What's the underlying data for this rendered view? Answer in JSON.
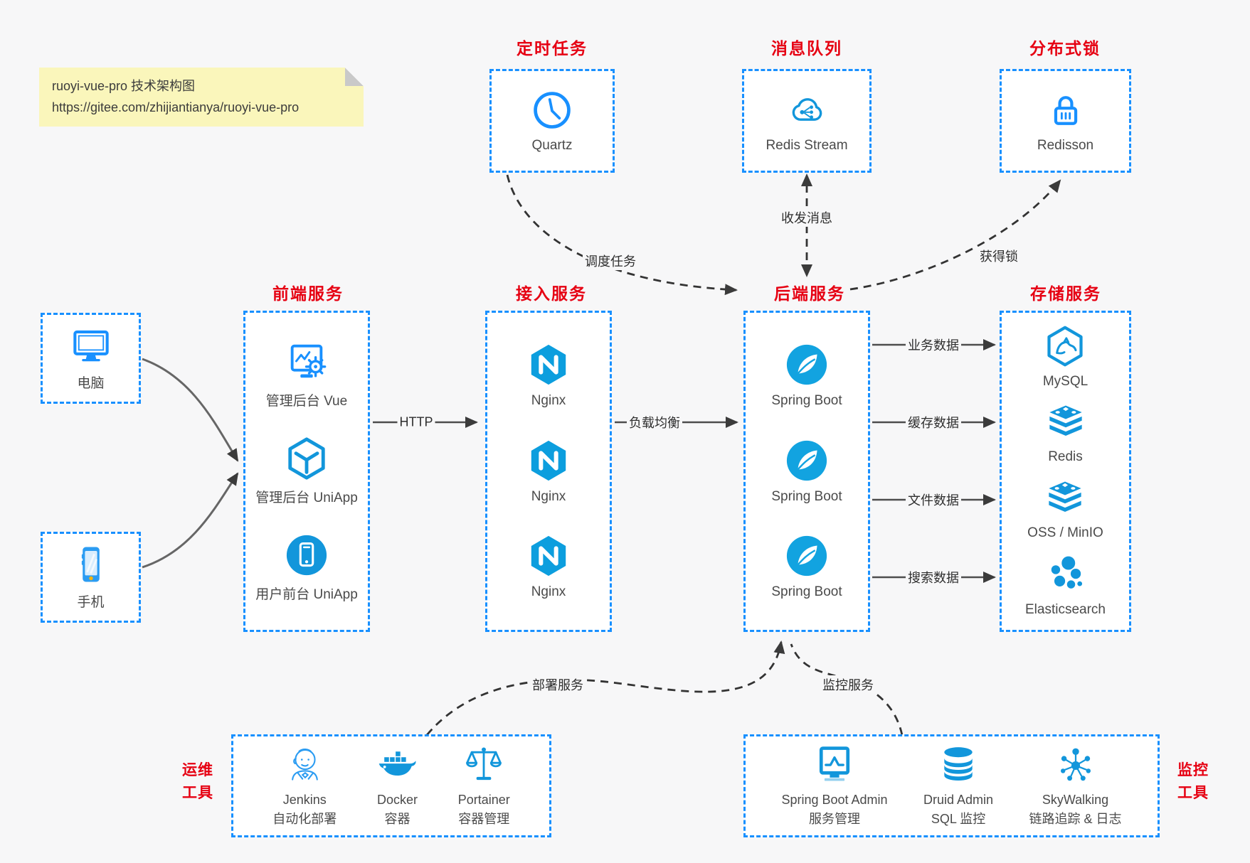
{
  "note": {
    "title": "ruoyi-vue-pro 技术架构图",
    "url": "https://gitee.com/zhijiantianya/ruoyi-vue-pro"
  },
  "top": {
    "scheduled": {
      "title": "定时任务",
      "item": "Quartz"
    },
    "mq": {
      "title": "消息队列",
      "item": "Redis Stream"
    },
    "lock": {
      "title": "分布式锁",
      "item": "Redisson"
    }
  },
  "devices": {
    "computer": "电脑",
    "phone": "手机"
  },
  "frontend": {
    "title": "前端服务",
    "items": [
      "管理后台 Vue",
      "管理后台 UniApp",
      "用户前台 UniApp"
    ]
  },
  "access": {
    "title": "接入服务",
    "items": [
      "Nginx",
      "Nginx",
      "Nginx"
    ]
  },
  "backend": {
    "title": "后端服务",
    "items": [
      "Spring Boot",
      "Spring Boot",
      "Spring Boot"
    ]
  },
  "storage": {
    "title": "存储服务",
    "items": [
      "MySQL",
      "Redis",
      "OSS / MinIO",
      "Elasticsearch"
    ]
  },
  "ops": {
    "title": [
      "运维",
      "工具"
    ],
    "items": [
      [
        "Jenkins",
        "自动化部署"
      ],
      [
        "Docker",
        "容器"
      ],
      [
        "Portainer",
        "容器管理"
      ]
    ]
  },
  "monitoring": {
    "title": [
      "监控",
      "工具"
    ],
    "items": [
      [
        "Spring Boot Admin",
        "服务管理"
      ],
      [
        "Druid Admin",
        "SQL 监控"
      ],
      [
        "SkyWalking",
        "链路追踪 & 日志"
      ]
    ]
  },
  "edges": {
    "schedule": "调度任务",
    "message": "收发消息",
    "lock": "获得锁",
    "http": "HTTP",
    "lb": "负载均衡",
    "biz": "业务数据",
    "cache": "缓存数据",
    "file": "文件数据",
    "search": "搜索数据",
    "deploy": "部署服务",
    "monitor": "监控服务"
  },
  "colors": {
    "border_blue": "#1890ff",
    "icon_blue": "#1296db",
    "title_red": "#e60012",
    "note_bg": "#faf6bb",
    "page_bg": "#f7f7f8"
  }
}
